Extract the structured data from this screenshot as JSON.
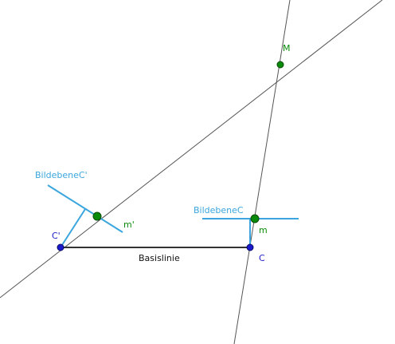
{
  "colors": {
    "background": "#ffffff",
    "line": "#555555",
    "basis": "#333333",
    "image_plane": "#3aa6dd",
    "point_green": "#0a8a0a",
    "point_blue": "#1a1acc",
    "label_green": "#0a8a0a",
    "label_blue": "#1a1acc",
    "label_cyan": "#3aa6dd",
    "label_dark": "#111111"
  },
  "labels": {
    "M": "M",
    "m": "m",
    "m_prime": "m'",
    "C": "C",
    "C_prime": "C'",
    "basislinie": "Basislinie",
    "bildebene_c": "BildebeneC",
    "bildebene_c_prime": "BildebeneC'"
  },
  "points": [
    {
      "name": "M",
      "kind": "green"
    },
    {
      "name": "m",
      "kind": "green"
    },
    {
      "name": "m'",
      "kind": "green"
    },
    {
      "name": "C",
      "kind": "blue"
    },
    {
      "name": "C'",
      "kind": "blue"
    }
  ]
}
